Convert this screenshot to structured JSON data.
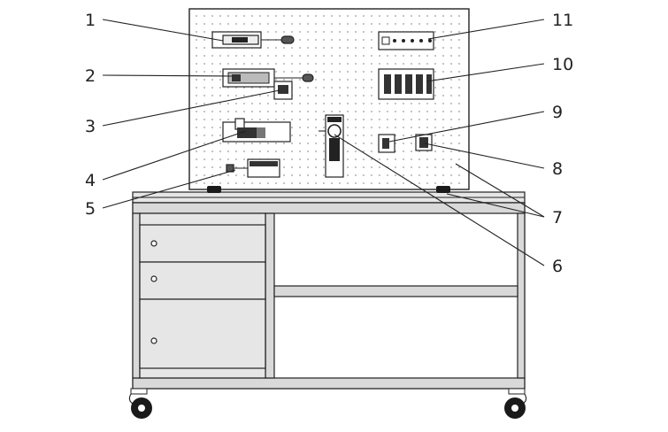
{
  "callouts": [
    {
      "id": "1",
      "label": "1"
    },
    {
      "id": "2",
      "label": "2"
    },
    {
      "id": "3",
      "label": "3"
    },
    {
      "id": "4",
      "label": "4"
    },
    {
      "id": "5",
      "label": "5"
    },
    {
      "id": "6",
      "label": "6"
    },
    {
      "id": "7",
      "label": "7"
    },
    {
      "id": "8",
      "label": "8"
    },
    {
      "id": "9",
      "label": "9"
    },
    {
      "id": "10",
      "label": "10"
    },
    {
      "id": "11",
      "label": "11"
    }
  ],
  "colors": {
    "line": "#222222",
    "panel": "#ffffff",
    "frame_fill": "#d9d9d9",
    "drawer_fill": "#e6e6e6",
    "dark": "#1a1a1a"
  }
}
